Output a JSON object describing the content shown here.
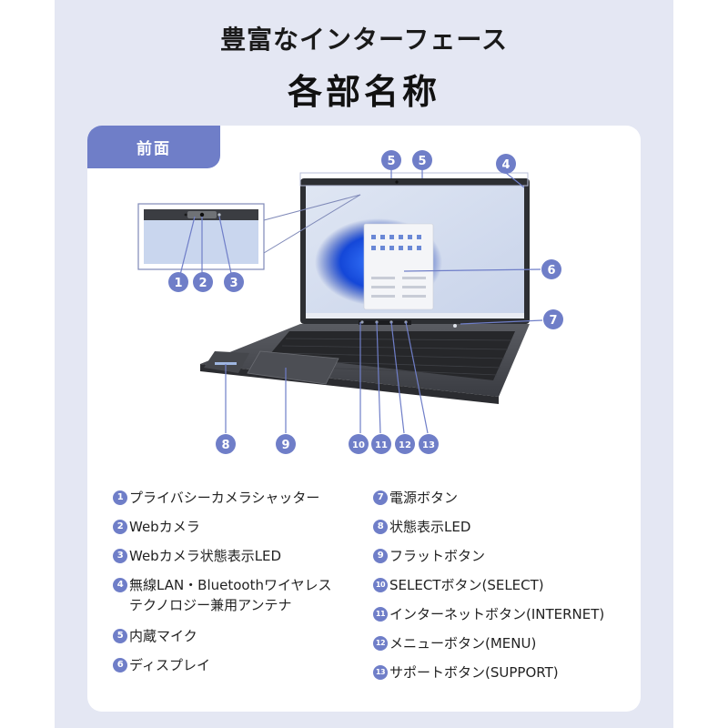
{
  "header": {
    "title_line1": "豊富なインターフェース",
    "title_line2": "各部名称"
  },
  "tab_label": "前面",
  "callouts": [
    "1",
    "2",
    "3",
    "4",
    "5",
    "5",
    "6",
    "7",
    "8",
    "9",
    "10",
    "11",
    "12",
    "13"
  ],
  "legend": [
    {
      "num": "1",
      "label": "プライバシーカメラシャッター"
    },
    {
      "num": "2",
      "label": "Webカメラ"
    },
    {
      "num": "3",
      "label": "Webカメラ状態表示LED"
    },
    {
      "num": "4",
      "label": "無線LAN・Bluetoothワイヤレス\nテクノロジー兼用アンテナ"
    },
    {
      "num": "5",
      "label": "内蔵マイク"
    },
    {
      "num": "6",
      "label": "ディスプレイ"
    },
    {
      "num": "7",
      "label": "電源ボタン"
    },
    {
      "num": "8",
      "label": "状態表示LED"
    },
    {
      "num": "9",
      "label": "フラットボタン"
    },
    {
      "num": "10",
      "label": "SELECTボタン(SELECT)"
    },
    {
      "num": "11",
      "label": "インターネットボタン(INTERNET)"
    },
    {
      "num": "12",
      "label": "メニューボタン(MENU)"
    },
    {
      "num": "13",
      "label": "サポートボタン(SUPPORT)"
    }
  ],
  "colors": {
    "accent": "#6f7ec8",
    "background": "#e4e7f3",
    "card": "#ffffff"
  }
}
